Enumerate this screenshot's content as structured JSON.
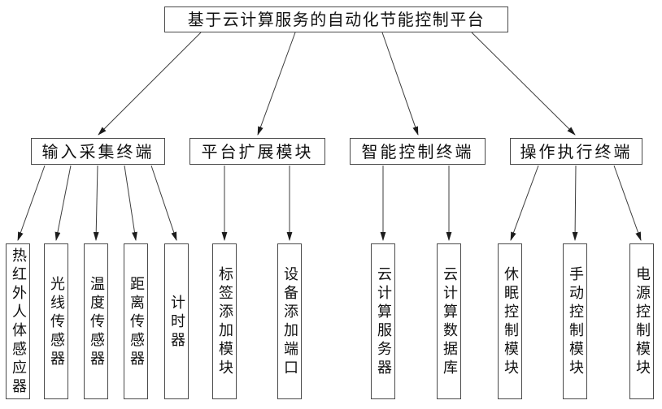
{
  "diagram": {
    "title": "基于云计算服务的自动化节能控制平台",
    "root": {
      "label": "基于云计算服务的自动化节能控制平台"
    },
    "groups": [
      {
        "label": "输入采集终端",
        "children": [
          {
            "label": "热红外人体感应器"
          },
          {
            "label": "光线传感器"
          },
          {
            "label": "温度传感器"
          },
          {
            "label": "距离传感器"
          },
          {
            "label": "计时器"
          }
        ]
      },
      {
        "label": "平台扩展模块",
        "children": [
          {
            "label": "标签添加模块"
          },
          {
            "label": "设备添加端口"
          }
        ]
      },
      {
        "label": "智能控制终端",
        "children": [
          {
            "label": "云计算服务器"
          },
          {
            "label": "云计算数据库"
          }
        ]
      },
      {
        "label": "操作执行终端",
        "children": [
          {
            "label": "休眠控制模块"
          },
          {
            "label": "手动控制模块"
          },
          {
            "label": "电源控制模块"
          }
        ]
      }
    ],
    "colors": {
      "background": "#ffffff",
      "box_border": "#4a4a4a",
      "connector_line": "#3c3c3c",
      "text": "#111111"
    }
  }
}
